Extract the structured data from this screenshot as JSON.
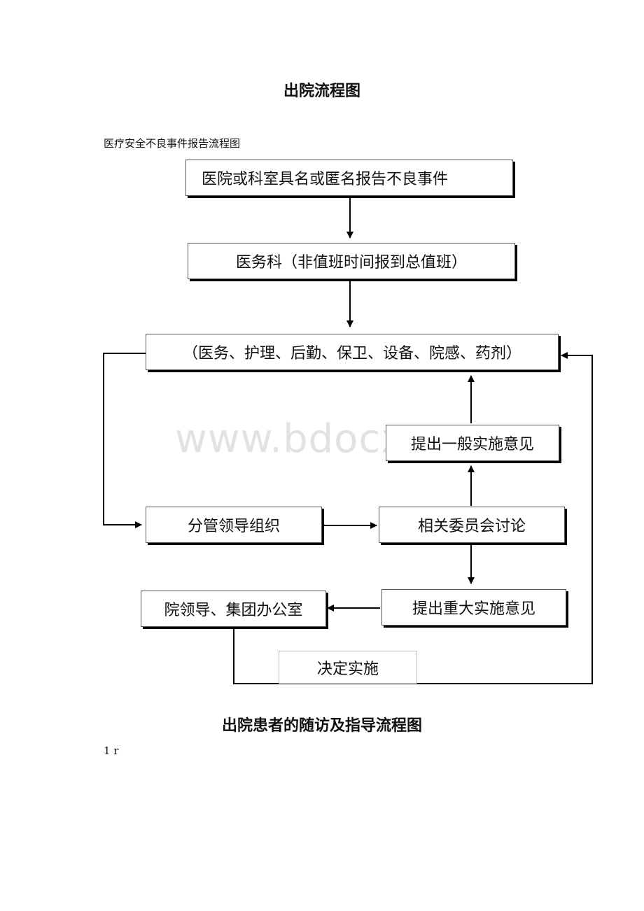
{
  "doc": {
    "title": "出院流程图",
    "subtitle": "医疗安全不良事件报告流程图",
    "section_title": "出院患者的随访及指导流程图",
    "trailing_text": "1 r",
    "watermark": "www.bdocx.com"
  },
  "flowchart": {
    "report": "医院或科室具名或匿名报告不良事件",
    "medical_affairs": "医务科（非值班时间报到总值班）",
    "departments": "（医务、护理、后勤、保卫、设备、院感、药剂）",
    "general_opinion": "提出一般实施意见",
    "leader_org": "分管领导组织",
    "committee": "相关委员会讨论",
    "major_opinion": "提出重大实施意见",
    "hospital_leaders": "院领导、集团办公室",
    "decide": "决定实施"
  }
}
